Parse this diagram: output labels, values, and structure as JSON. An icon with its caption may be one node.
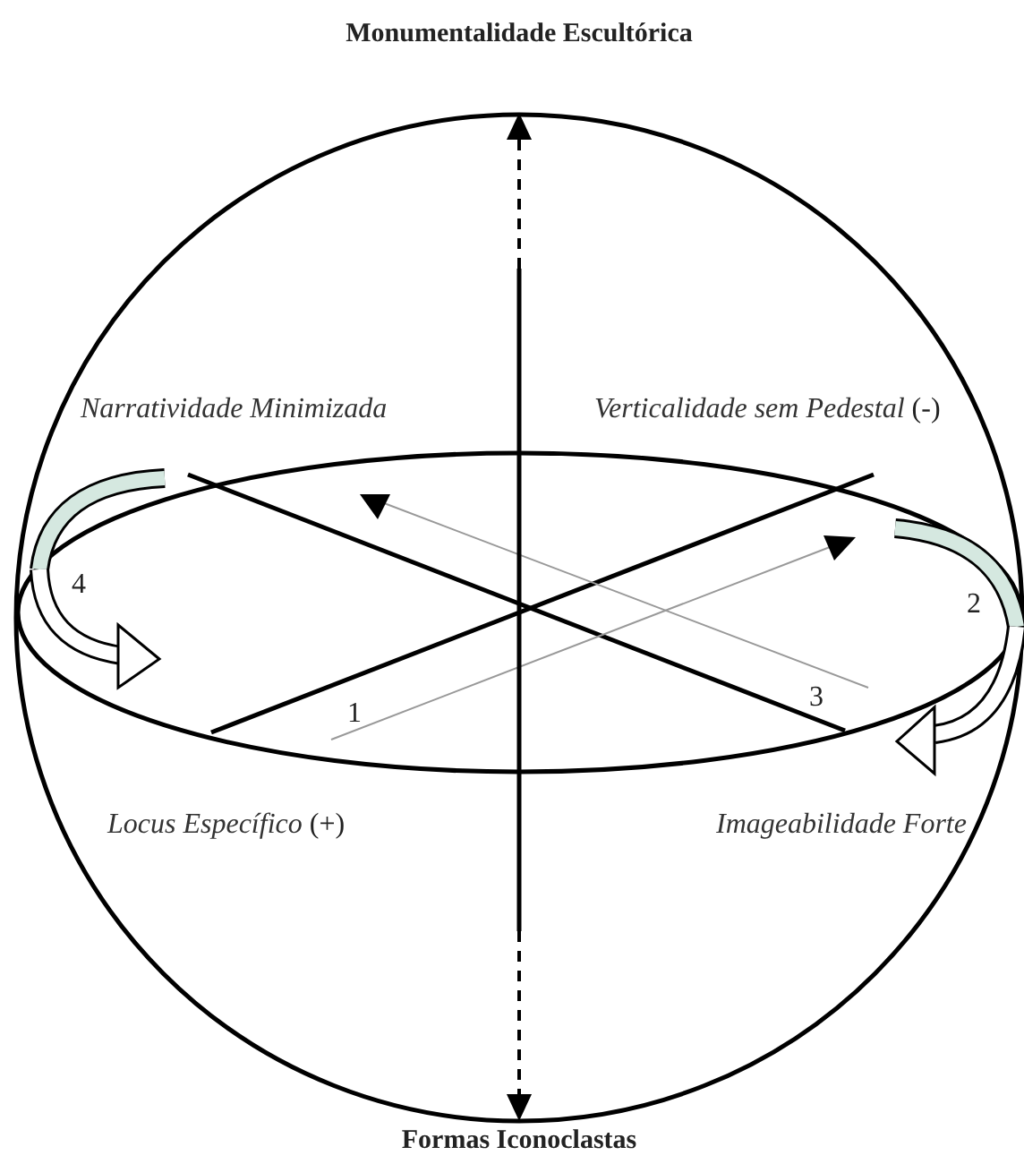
{
  "diagram": {
    "title": "Monumentalidade Escultórica",
    "caption": "Formas Iconoclastas",
    "labels": [
      "Narratividade Minimizada",
      "*Verticalidade sem Pedestal* (-)",
      "4",
      "2",
      "1",
      "3",
      "*Locus Específico* (+)",
      "Imageabilidade Forte"
    ]
  }
}
